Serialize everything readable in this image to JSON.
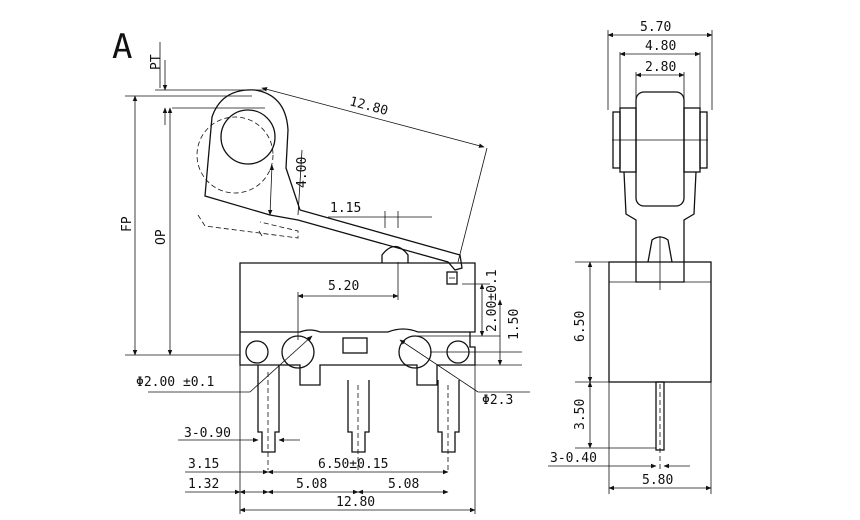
{
  "view_label": "A",
  "left_view": {
    "pt_label": "PT",
    "fp_label": "FP",
    "op_label": "OP",
    "lever_length": "12.80",
    "roller_dim": "4.00",
    "actuator_offset": "1.15",
    "actuator_x": "5.20",
    "actuator_height": "2.00±0.1",
    "hole_height": "1.50",
    "hole_large": "Φ2.00 ±0.1",
    "hole_small": "Φ2.3",
    "terminal_width": "3-0.90",
    "dim_3_15": "3.15",
    "dim_6_50": "6.50±0.15",
    "dim_1_32": "1.32",
    "dim_5_08_a": "5.08",
    "dim_5_08_b": "5.08",
    "total_width": "12.80"
  },
  "right_view": {
    "width_top": "5.70",
    "width_mid": "4.80",
    "width_inner": "2.80",
    "body_height": "6.50",
    "terminal_length": "3.50",
    "terminal_thick": "3-0.40",
    "width_bottom": "5.80"
  }
}
